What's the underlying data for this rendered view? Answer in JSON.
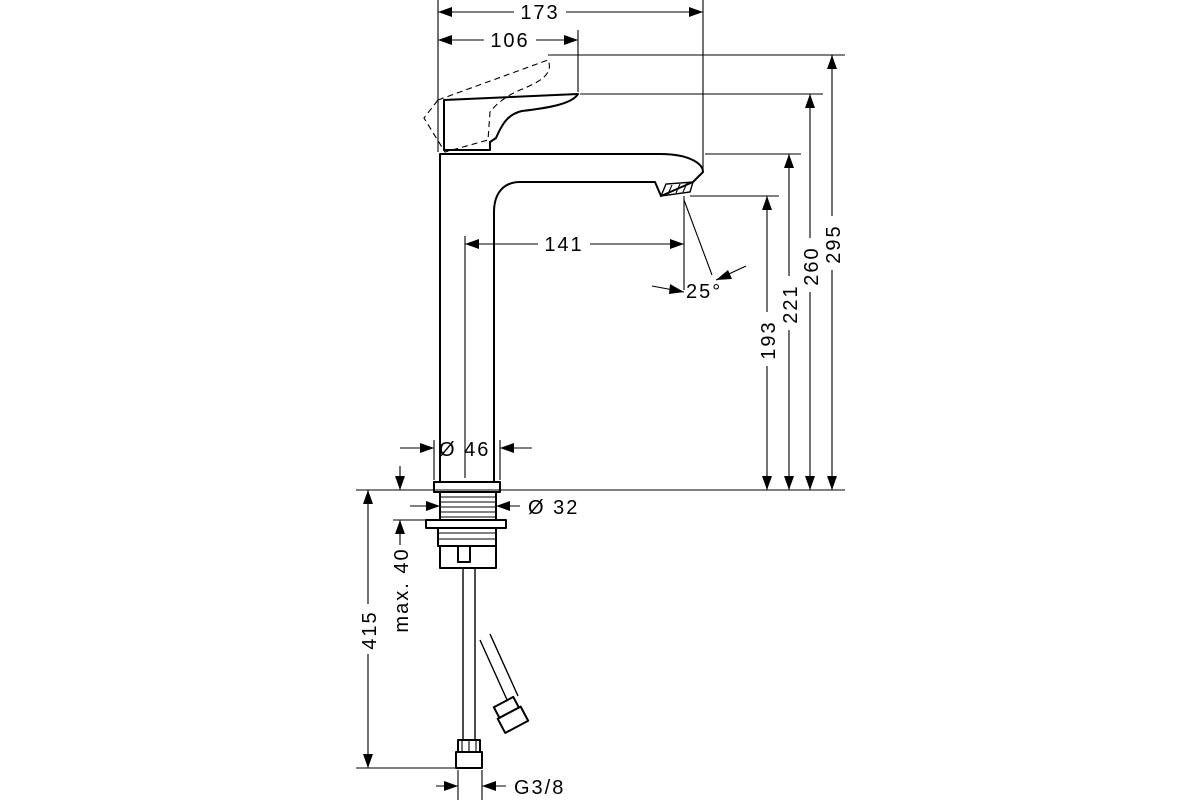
{
  "dimensions": {
    "overall_width": "173",
    "handle_width": "106",
    "spout_reach": "141",
    "spout_angle": "25°",
    "base_diameter": "Ø 46",
    "tail_diameter": "Ø 32",
    "max_thickness": "max. 40",
    "length_below": "415",
    "connection_thread": "G3/8",
    "height_outlet": "193",
    "height_spout": "221",
    "height_handle": "260",
    "height_total": "295"
  }
}
